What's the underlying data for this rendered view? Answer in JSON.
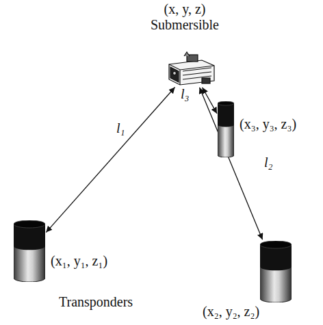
{
  "diagram": {
    "nodes": [
      {
        "text": [
          "(x, y, z)",
          "Submersible"
        ]
      },
      {
        "text": [
          "(x₃, y₃, z₃)"
        ]
      },
      {
        "text": [
          "(x₁, y₁, z₁)"
        ]
      },
      {
        "text": [
          "(x₂, y₂, z₂)"
        ]
      }
    ],
    "edges": [
      {
        "from": 0,
        "to": 2,
        "label": "l₁",
        "arrow": "both"
      },
      {
        "from": 0,
        "to": 3,
        "label": "l₂",
        "arrow": "both"
      },
      {
        "from": 0,
        "to": 1,
        "label": "l₃",
        "arrow": "both"
      }
    ],
    "labels": [
      "Transponders"
    ]
  }
}
